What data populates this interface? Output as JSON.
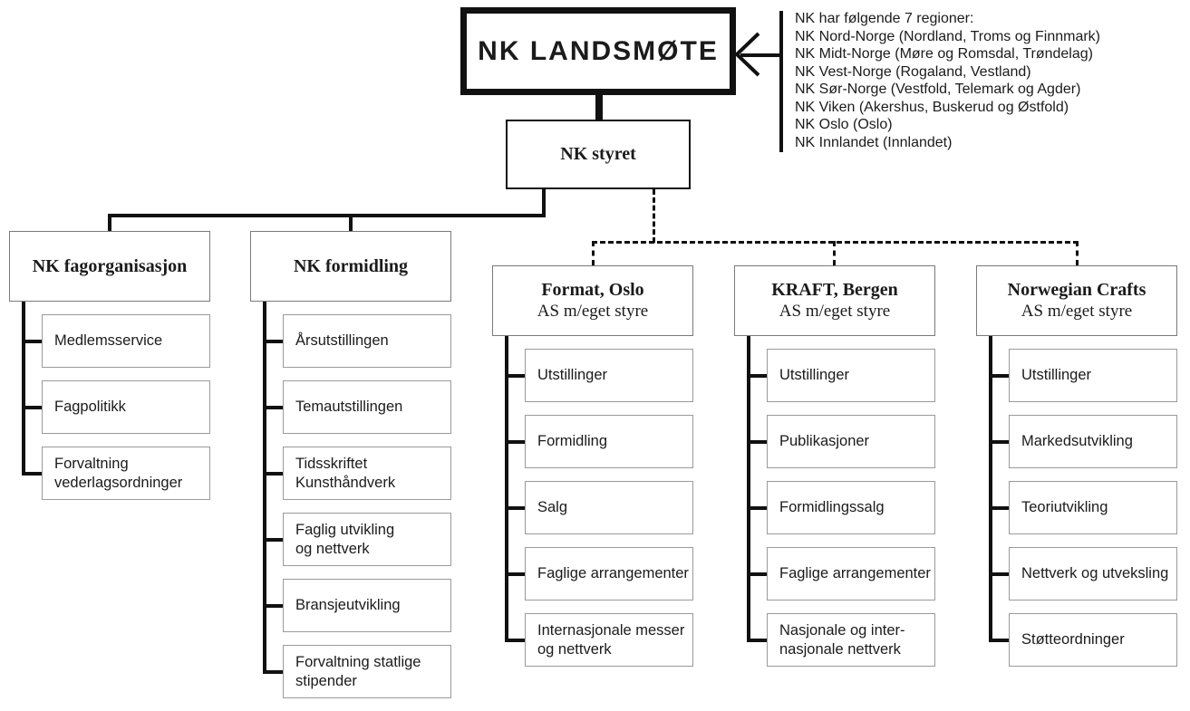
{
  "root": {
    "label": "NK LANDSMØTE"
  },
  "board": {
    "label": "NK styret"
  },
  "regions": {
    "heading": "NK har følgende 7 regioner:",
    "lines": [
      "NK Nord-Norge (Nordland, Troms og Finnmark)",
      "NK Midt-Norge (Møre og Romsdal, Trøndelag)",
      "NK Vest-Norge (Rogaland, Vestland)",
      "NK Sør-Norge (Vestfold, Telemark og Agder)",
      "NK Viken (Akershus, Buskerud og Østfold)",
      "NK Oslo (Oslo)",
      "NK Innlandet (Innlandet)"
    ]
  },
  "columns": [
    {
      "title": "NK fagorganisasjon",
      "subtitle": "",
      "link": "solid",
      "items": [
        "Medlemsservice",
        "Fagpolitikk",
        "Forvaltning\nvederlagsordninger"
      ]
    },
    {
      "title": "NK formidling",
      "subtitle": "",
      "link": "solid",
      "items": [
        "Årsutstillingen",
        "Temautstillingen",
        "Tidsskriftet\nKunsthåndverk",
        "Faglig utvikling\nog nettverk",
        "Bransjeutvikling",
        "Forvaltning statlige\nstipender"
      ]
    },
    {
      "title": "Format, Oslo",
      "subtitle": "AS m/eget styre",
      "link": "dashed",
      "items": [
        "Utstillinger",
        "Formidling",
        "Salg",
        "Faglige arrangementer",
        "Internasjonale messer\nog nettverk"
      ]
    },
    {
      "title": "KRAFT, Bergen",
      "subtitle": "AS m/eget styre",
      "link": "dashed",
      "items": [
        "Utstillinger",
        "Publikasjoner",
        "Formidlingssalg",
        "Faglige arrangementer",
        "Nasjonale og inter-\nnasjonale nettverk"
      ]
    },
    {
      "title": "Norwegian Crafts",
      "subtitle": "AS m/eget styre",
      "link": "dashed",
      "items": [
        "Utstillinger",
        "Markedsutvikling",
        "Teoriutvikling",
        "Nettverk og utveksling",
        "Støtteordninger"
      ]
    }
  ],
  "colors": {
    "line": "#111111",
    "item_border": "#9a9a9a",
    "header_border": "#7a7a7a",
    "text": "#1b1b1b"
  }
}
